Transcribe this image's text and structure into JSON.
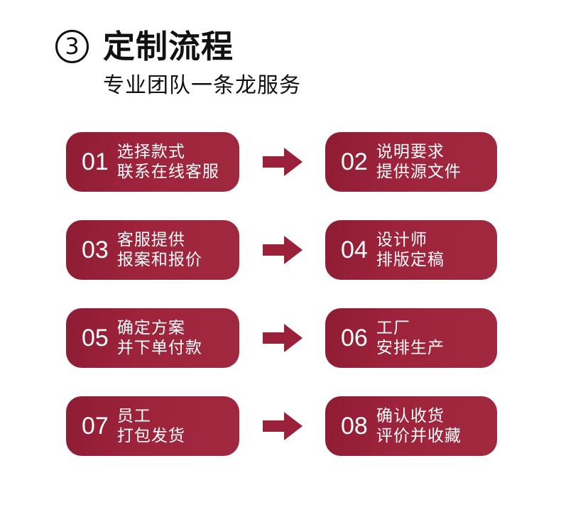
{
  "page": {
    "background_color": "#ffffff",
    "accent_color": "#9B2039",
    "text_on_accent": "#ffffff",
    "heading_color": "#111111"
  },
  "header": {
    "section_number": "3",
    "title": "定制流程",
    "subtitle": "专业团队一条龙服务"
  },
  "flow": {
    "arrow_icon": "arrow-right-icon",
    "rows": [
      {
        "left": {
          "number": "01",
          "line1": "选择款式",
          "line2": "联系在线客服"
        },
        "arrow": true,
        "right": {
          "number": "02",
          "line1": "说明要求",
          "line2": "提供源文件"
        }
      },
      {
        "left": {
          "number": "03",
          "line1": "客服提供",
          "line2": "报案和报价"
        },
        "arrow": true,
        "right": {
          "number": "04",
          "line1": "设计师",
          "line2": "排版定稿"
        }
      },
      {
        "left": {
          "number": "05",
          "line1": "确定方案",
          "line2": "并下单付款"
        },
        "arrow": true,
        "right": {
          "number": "06",
          "line1": "工厂",
          "line2": "安排生产"
        }
      },
      {
        "left": {
          "number": "07",
          "line1": "员工",
          "line2": "打包发货"
        },
        "arrow": true,
        "right": {
          "number": "08",
          "line1": "确认收货",
          "line2": "评价并收藏"
        }
      }
    ]
  }
}
